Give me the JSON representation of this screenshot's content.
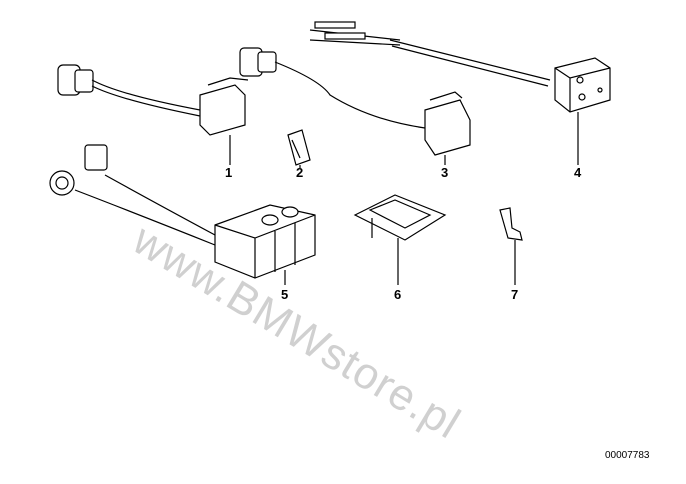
{
  "parts": [
    {
      "number": "1"
    },
    {
      "number": "2"
    },
    {
      "number": "3"
    },
    {
      "number": "4"
    },
    {
      "number": "5"
    },
    {
      "number": "6"
    },
    {
      "number": "7"
    }
  ],
  "watermark": "www.BMWstore.pl",
  "diagram_code": "00007783"
}
